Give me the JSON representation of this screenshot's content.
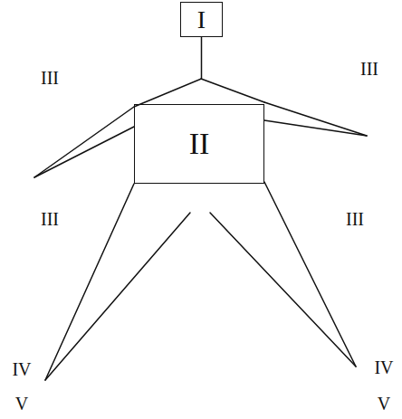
{
  "diagram": {
    "nodes": [
      {
        "text": [
          "I"
        ]
      },
      {
        "text": [
          "II"
        ]
      }
    ],
    "edges": [
      {
        "from": 0,
        "to": 1,
        "arrow": "none"
      }
    ],
    "labels": [
      "III",
      "III",
      "III",
      "III",
      "IV",
      "IV",
      "V",
      "V"
    ]
  }
}
